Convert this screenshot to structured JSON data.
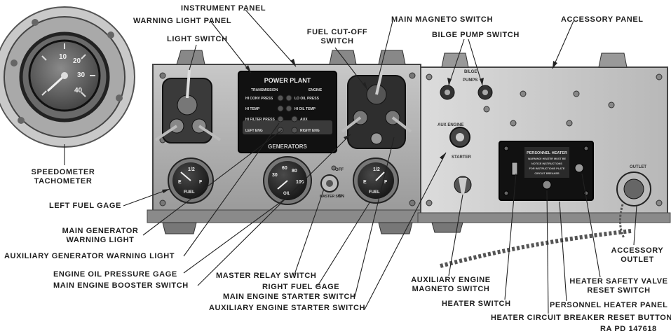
{
  "labels": {
    "instrument_panel": "INSTRUMENT PANEL",
    "warning_light_panel": "WARNING LIGHT PANEL",
    "light_switch": "LIGHT SWITCH",
    "fuel_cutoff_switch": [
      "FUEL CUT-OFF",
      "SWITCH"
    ],
    "main_magneto_switch": "MAIN MAGNETO SWITCH",
    "bilge_pump_switch": "BILGE PUMP SWITCH",
    "accessory_panel": "ACCESSORY PANEL",
    "speedometer_tachometer": [
      "SPEEDOMETER",
      "TACHOMETER"
    ],
    "left_fuel_gage": "LEFT FUEL GAGE",
    "main_generator_warning_light": [
      "MAIN GENERATOR",
      "WARNING LIGHT"
    ],
    "auxiliary_generator_warning_light": "AUXILIARY GENERATOR WARNING LIGHT",
    "engine_oil_pressure_gage": "ENGINE OIL PRESSURE GAGE",
    "main_engine_booster_switch": "MAIN ENGINE BOOSTER SWITCH",
    "master_relay_switch": "MASTER RELAY SWITCH",
    "right_fuel_gage": "RIGHT FUEL GAGE",
    "main_engine_starter_switch": "MAIN ENGINE STARTER SWITCH",
    "auxiliary_engine_starter_switch": "AUXILIARY ENGINE STARTER SWITCH",
    "auxiliary_engine_magneto_switch": [
      "AUXILIARY ENGINE",
      "MAGNETO SWITCH"
    ],
    "heater_switch": "HEATER SWITCH",
    "heater_safety_valve_reset_switch": [
      "HEATER SAFETY VALVE",
      "RESET SWITCH"
    ],
    "accessory_outlet": [
      "ACCESSORY",
      "OUTLET"
    ],
    "personnel_heater_panel": "PERSONNEL HEATER PANEL",
    "heater_circuit_breaker_reset_button": "HEATER CIRCUIT BREAKER RESET BUTTON"
  },
  "reference": "RA PD 147618",
  "warning_panel": {
    "title": "POWER PLANT",
    "col_left": "TRANSMISSION",
    "col_right": "ENGINE",
    "rows": [
      [
        "HI CONV PRESS",
        "LO OIL PRESS"
      ],
      [
        "HI TEMP",
        "HI OIL TEMP"
      ],
      [
        "HI FILTER PRESS",
        "AUX"
      ],
      [
        "LEFT ENG",
        "RIGHT ENG"
      ]
    ],
    "footer": "GENERATORS"
  },
  "heater_panel": {
    "title": "PERSONNEL HEATER",
    "lines": [
      "WARNING! HEATER MUST BE",
      "NOTICE INSTRUCTIONS",
      "FOR INSTRUCTIONS PLATE",
      "CIRCUIT BREAKER"
    ]
  },
  "accessory_panel_text": {
    "bilge": "BILGE",
    "pumps": "PUMPS",
    "aux_engine": "AUX ENGINE",
    "starter": "STARTER",
    "outlet": "OUTLET"
  },
  "switch_text": {
    "off": "OFF",
    "on": "ON",
    "master": "MASTER SW"
  },
  "gauge_text": {
    "fuel": "FUEL",
    "e": "E",
    "f": "F",
    "half": "1/2",
    "oil": "OIL",
    "oil_scale": [
      "30",
      "60",
      "80",
      "100"
    ]
  },
  "speedometer_scale": [
    "10",
    "20",
    "30",
    "40"
  ]
}
